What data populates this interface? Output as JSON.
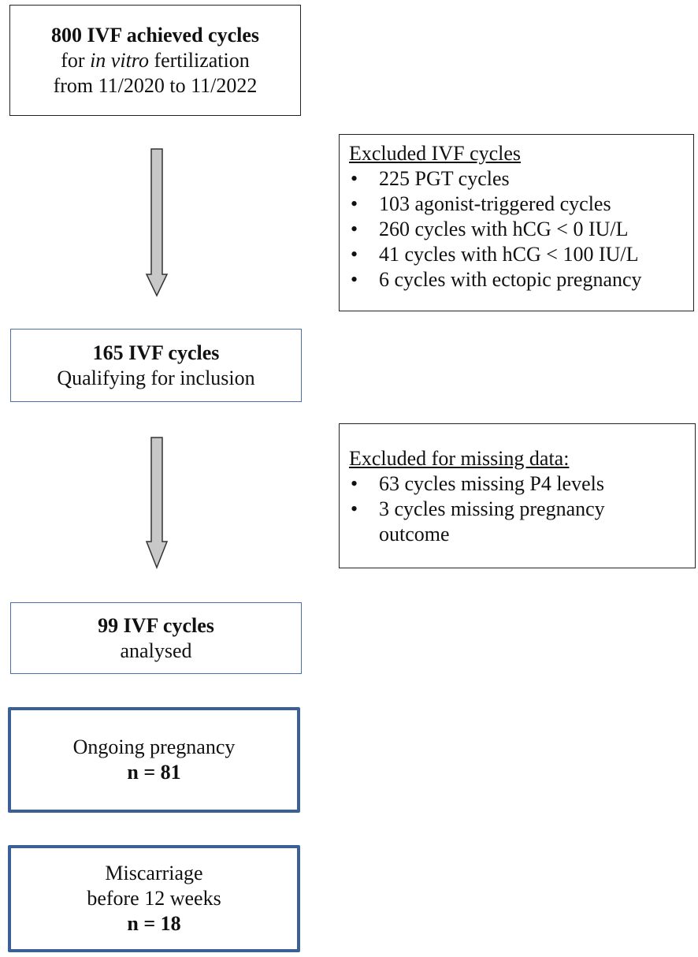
{
  "start_box": {
    "line1": "800 IVF achieved cycles",
    "line2_italic": "in vitro",
    "line2_prefix": "for ",
    "line2_suffix": " fertilization",
    "line3": "from 11/2020 to 11/2022"
  },
  "exclusion1": {
    "title": "Excluded IVF cycles",
    "bullet": "•",
    "items": [
      "225 PGT cycles",
      "103 agonist-triggered cycles",
      "260 cycles with hCG < 0 IU/L",
      "41 cycles with hCG < 100 IU/L",
      "6 cycles with ectopic pregnancy"
    ]
  },
  "inclusion_box": {
    "line1": "165 IVF cycles",
    "line2": "Qualifying for inclusion"
  },
  "exclusion2": {
    "title": "Excluded for missing data:",
    "bullet": "•",
    "items": [
      "63 cycles missing P4 levels",
      "3 cycles missing pregnancy outcome"
    ]
  },
  "analysed_box": {
    "line1": "99 IVF cycles",
    "line2": "analysed"
  },
  "ongoing_box": {
    "line1": "Ongoing pregnancy",
    "line2": "n = 81"
  },
  "miscarriage_box": {
    "line1": "Miscarriage",
    "line2": "before 12 weeks",
    "line3": "n = 18"
  },
  "colors": {
    "box_border": "#222222",
    "blue_border": "#3b5f97",
    "arrow_fill": "#c8c8c8",
    "arrow_stroke": "#333333"
  }
}
